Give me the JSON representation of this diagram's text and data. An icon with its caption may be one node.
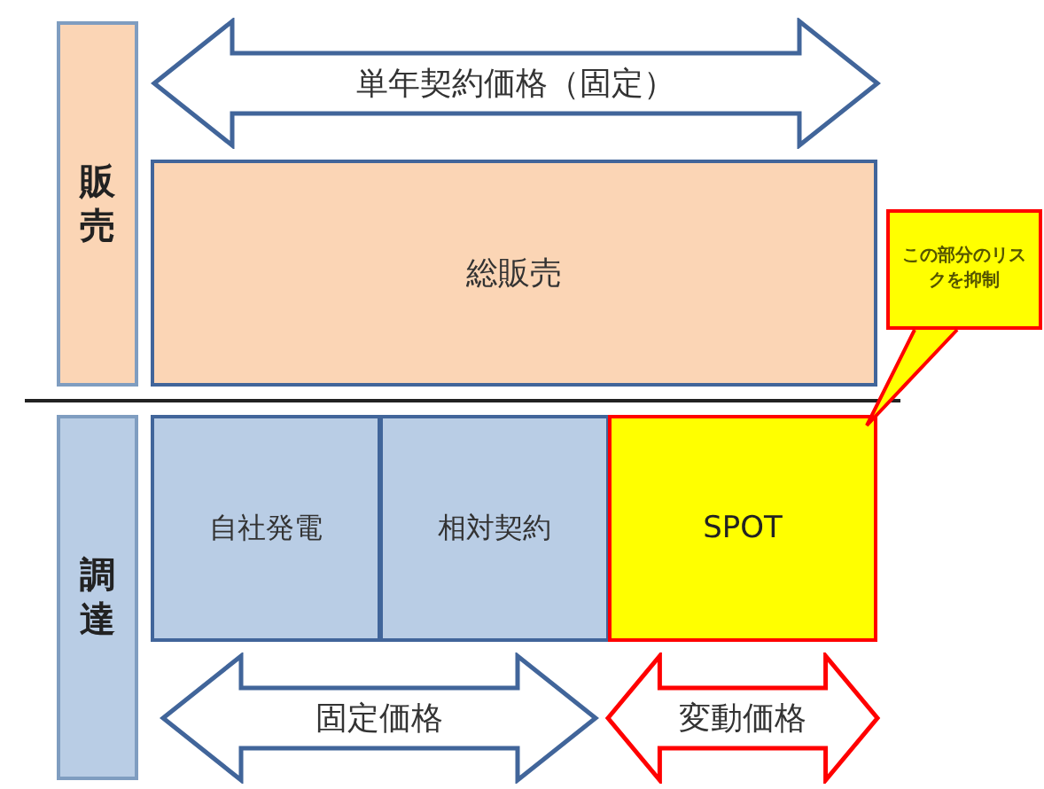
{
  "diagram": {
    "nodes": [
      {
        "text": [
          "販売"
        ]
      },
      {
        "text": [
          "単年契約価格（固定）"
        ]
      },
      {
        "text": [
          "総販売"
        ]
      },
      {
        "text": [
          "調達"
        ]
      },
      {
        "text": [
          "自社発電"
        ]
      },
      {
        "text": [
          "相対契約"
        ]
      },
      {
        "text": [
          "SPOT"
        ]
      },
      {
        "text": [
          "固定価格"
        ]
      },
      {
        "text": [
          "変動価格"
        ]
      },
      {
        "text": [
          "この部分のリスクを抑制"
        ]
      }
    ],
    "edges": [
      {
        "from": 9,
        "to": 6,
        "arrow": "none",
        "color": "#ff0000"
      }
    ]
  }
}
